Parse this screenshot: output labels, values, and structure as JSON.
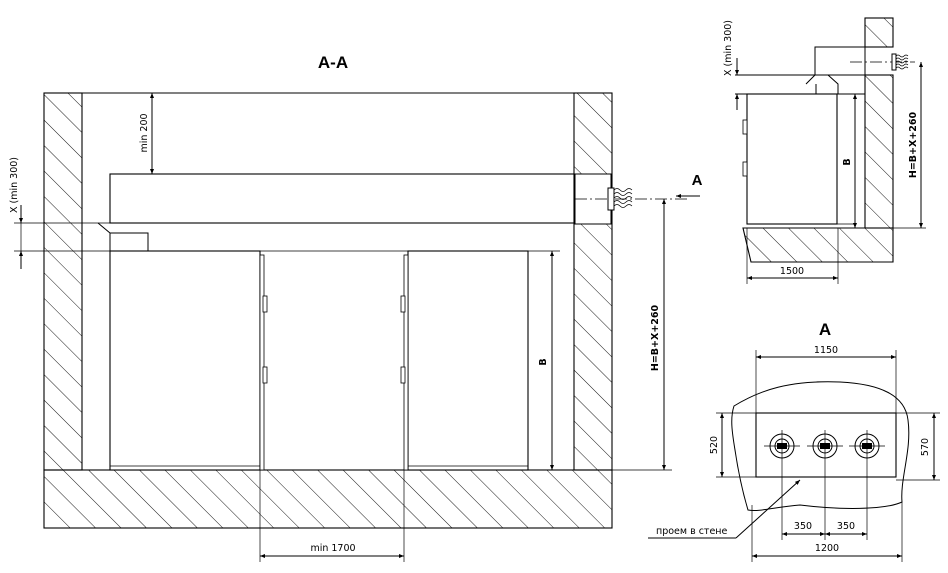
{
  "section_view": {
    "title": "A-A",
    "dim_min_200": "min 200",
    "dim_x_min_300": "X  (min 300)",
    "dim_b": "B",
    "dim_h": "H=B+X+260",
    "dim_min_1700": "min 1700",
    "view_marker": "A"
  },
  "side_view": {
    "dim_x_min_300": "X  (min 300)",
    "dim_b": "B",
    "dim_h": "H=B+X+260",
    "dim_1500": "1500"
  },
  "view_a": {
    "title": "A",
    "dim_1150": "1150",
    "dim_520": "520",
    "dim_570": "570",
    "dim_350_left": "350",
    "dim_350_right": "350",
    "dim_1200": "1200",
    "opening_label": "проем в стене"
  }
}
